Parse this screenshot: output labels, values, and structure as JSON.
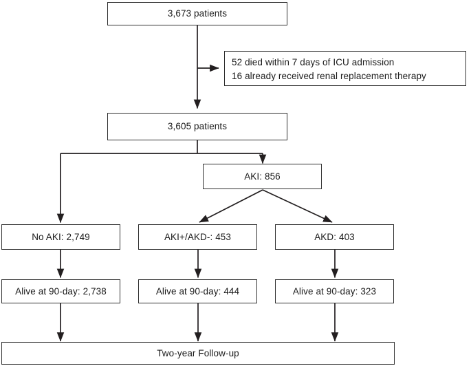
{
  "diagram": {
    "type": "patient-flow-diagram",
    "nodes": {
      "enrolled": {
        "label": "3,673 patients"
      },
      "excluded": {
        "line1": "52 died within 7 days of ICU admission",
        "line2": "16 already received renal replacement therapy"
      },
      "included": {
        "label": "3,605 patients"
      },
      "aki": {
        "label": "AKI: 856"
      },
      "no_aki": {
        "label": "No AKI: 2,749"
      },
      "aki_pos_akd_neg": {
        "label": "AKI+/AKD-: 453"
      },
      "akd": {
        "label": "AKD: 403"
      },
      "alive_no_aki": {
        "label": "Alive at 90-day: 2,738"
      },
      "alive_aki_pos": {
        "label": "Alive at 90-day: 444"
      },
      "alive_akd": {
        "label": "Alive at 90-day: 323"
      },
      "followup": {
        "label": "Two-year Follow-up"
      }
    },
    "style": {
      "border_color": "#2e2e2e",
      "connector_color": "#231f20",
      "text_color": "#1a1a1a",
      "background": "#ffffff"
    }
  }
}
